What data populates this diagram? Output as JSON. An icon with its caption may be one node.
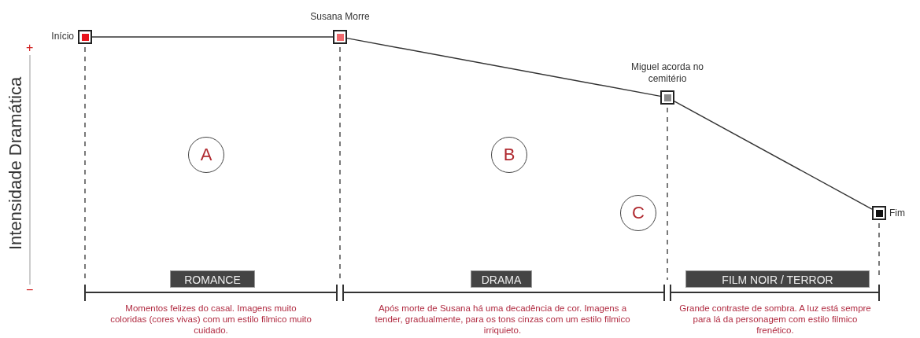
{
  "diagram": {
    "nodes": [
      {
        "text": [],
        "shape": "box",
        "beside": [
          "Início"
        ]
      },
      {
        "text": [],
        "shape": "box",
        "beside": [
          "Susana Morre"
        ]
      },
      {
        "text": [],
        "shape": "box",
        "beside": [
          "Miguel acorda no cemitério"
        ]
      },
      {
        "text": [],
        "shape": "box",
        "beside": [
          "Fim"
        ]
      },
      {
        "text": [
          "A"
        ]
      },
      {
        "text": [
          "B"
        ]
      },
      {
        "text": [
          "C"
        ]
      },
      {
        "text": [
          "ROMANCE"
        ]
      },
      {
        "text": [
          "DRAMA"
        ]
      },
      {
        "text": [
          "FILM NOIR / TERROR"
        ]
      }
    ],
    "edges": [
      {
        "from": 0,
        "to": 1,
        "arrow": "none"
      },
      {
        "from": 1,
        "to": 2,
        "arrow": "none"
      },
      {
        "from": 2,
        "to": 3,
        "arrow": "none"
      }
    ],
    "labels": [
      "Intensidade Dramática",
      "+",
      "−",
      "Momentos felizes do casal. Imagens muito coloridas (cores vivas) com um estilo filmico muito cuidado.",
      "Após morte de Susana há uma decadência de cor. Imagens a tender, gradualmente, para os tons cinzas com um estilo filmico irriquieto.",
      "Grande contraste de sombra. A luz está sempre para lá da personagem com estilo filmico frenético."
    ]
  }
}
